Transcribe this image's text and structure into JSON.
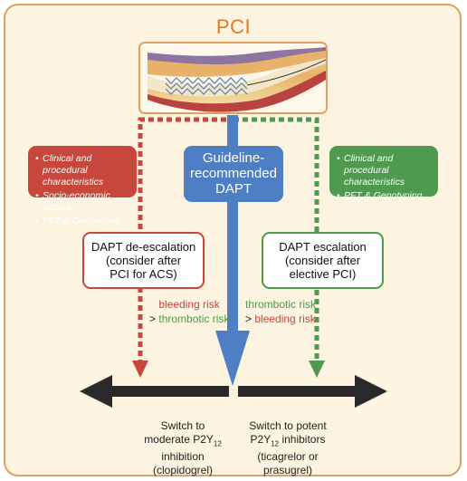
{
  "title": "PCI",
  "left_factors": [
    "Clinical and procedural characteristics",
    "Socio-economic factors",
    "PFT & Genotyping"
  ],
  "right_factors": [
    "Clinical and procedural characteristics",
    "PFT & Genotyping"
  ],
  "center_box": [
    "Guideline-",
    "recommended",
    "DAPT"
  ],
  "deescalation": {
    "title": "DAPT de-escalation",
    "line2": "(consider after",
    "line3": "PCI for ACS)"
  },
  "escalation": {
    "title": "DAPT escalation",
    "line2": "(consider after",
    "line3": "elective PCI)"
  },
  "left_risk": {
    "first": "bleeding risk",
    "op": ">",
    "second": "thrombotic risk"
  },
  "right_risk": {
    "first": "thrombotic risk",
    "op": ">",
    "second": "bleeding risk"
  },
  "left_caption": {
    "line1": "Switch to",
    "line2_pre": "moderate P2Y",
    "line2_sub": "12",
    "line3": "inhibition",
    "line4": "(clopidogrel)"
  },
  "right_caption": {
    "line1": "Switch to potent",
    "line2_pre": "P2Y",
    "line2_sub": "12",
    "line2_post": " inhibitors",
    "line3": "(ticagrelor or",
    "line4": "prasugrel)"
  },
  "colors": {
    "red": "#c7473c",
    "green": "#4e9a4e",
    "blue": "#4e7fc4",
    "frame": "#e0a064",
    "title": "#e07a2a",
    "arrow": "#2a2a2a"
  }
}
